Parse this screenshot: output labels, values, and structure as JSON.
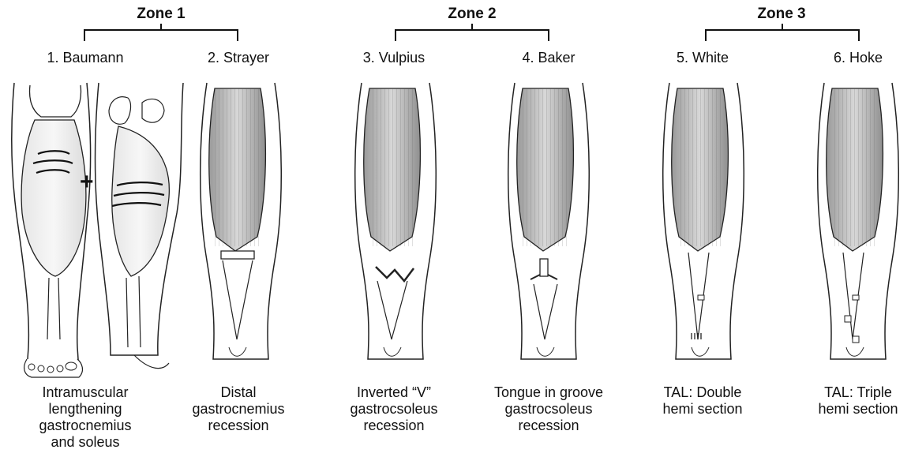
{
  "zones": [
    {
      "title": "Zone 1"
    },
    {
      "title": "Zone 2"
    },
    {
      "title": "Zone 3"
    }
  ],
  "procedures": [
    {
      "label": "1. Baumann",
      "caption": "Intramuscular\nlengthening\ngastrocnemius\nand soleus"
    },
    {
      "label": "2. Strayer",
      "caption": "Distal\ngastrocnemius\nrecession"
    },
    {
      "label": "3. Vulpius",
      "caption": "Inverted “V”\ngastrocsoleus\nrecession"
    },
    {
      "label": "4. Baker",
      "caption": "Tongue in groove\ngastrocsoleus\nrecession"
    },
    {
      "label": "5. White",
      "caption": "TAL: Double\nhemi section"
    },
    {
      "label": "6. Hoke",
      "caption": "TAL: Triple\nhemi section"
    }
  ],
  "plus_sign": "+"
}
